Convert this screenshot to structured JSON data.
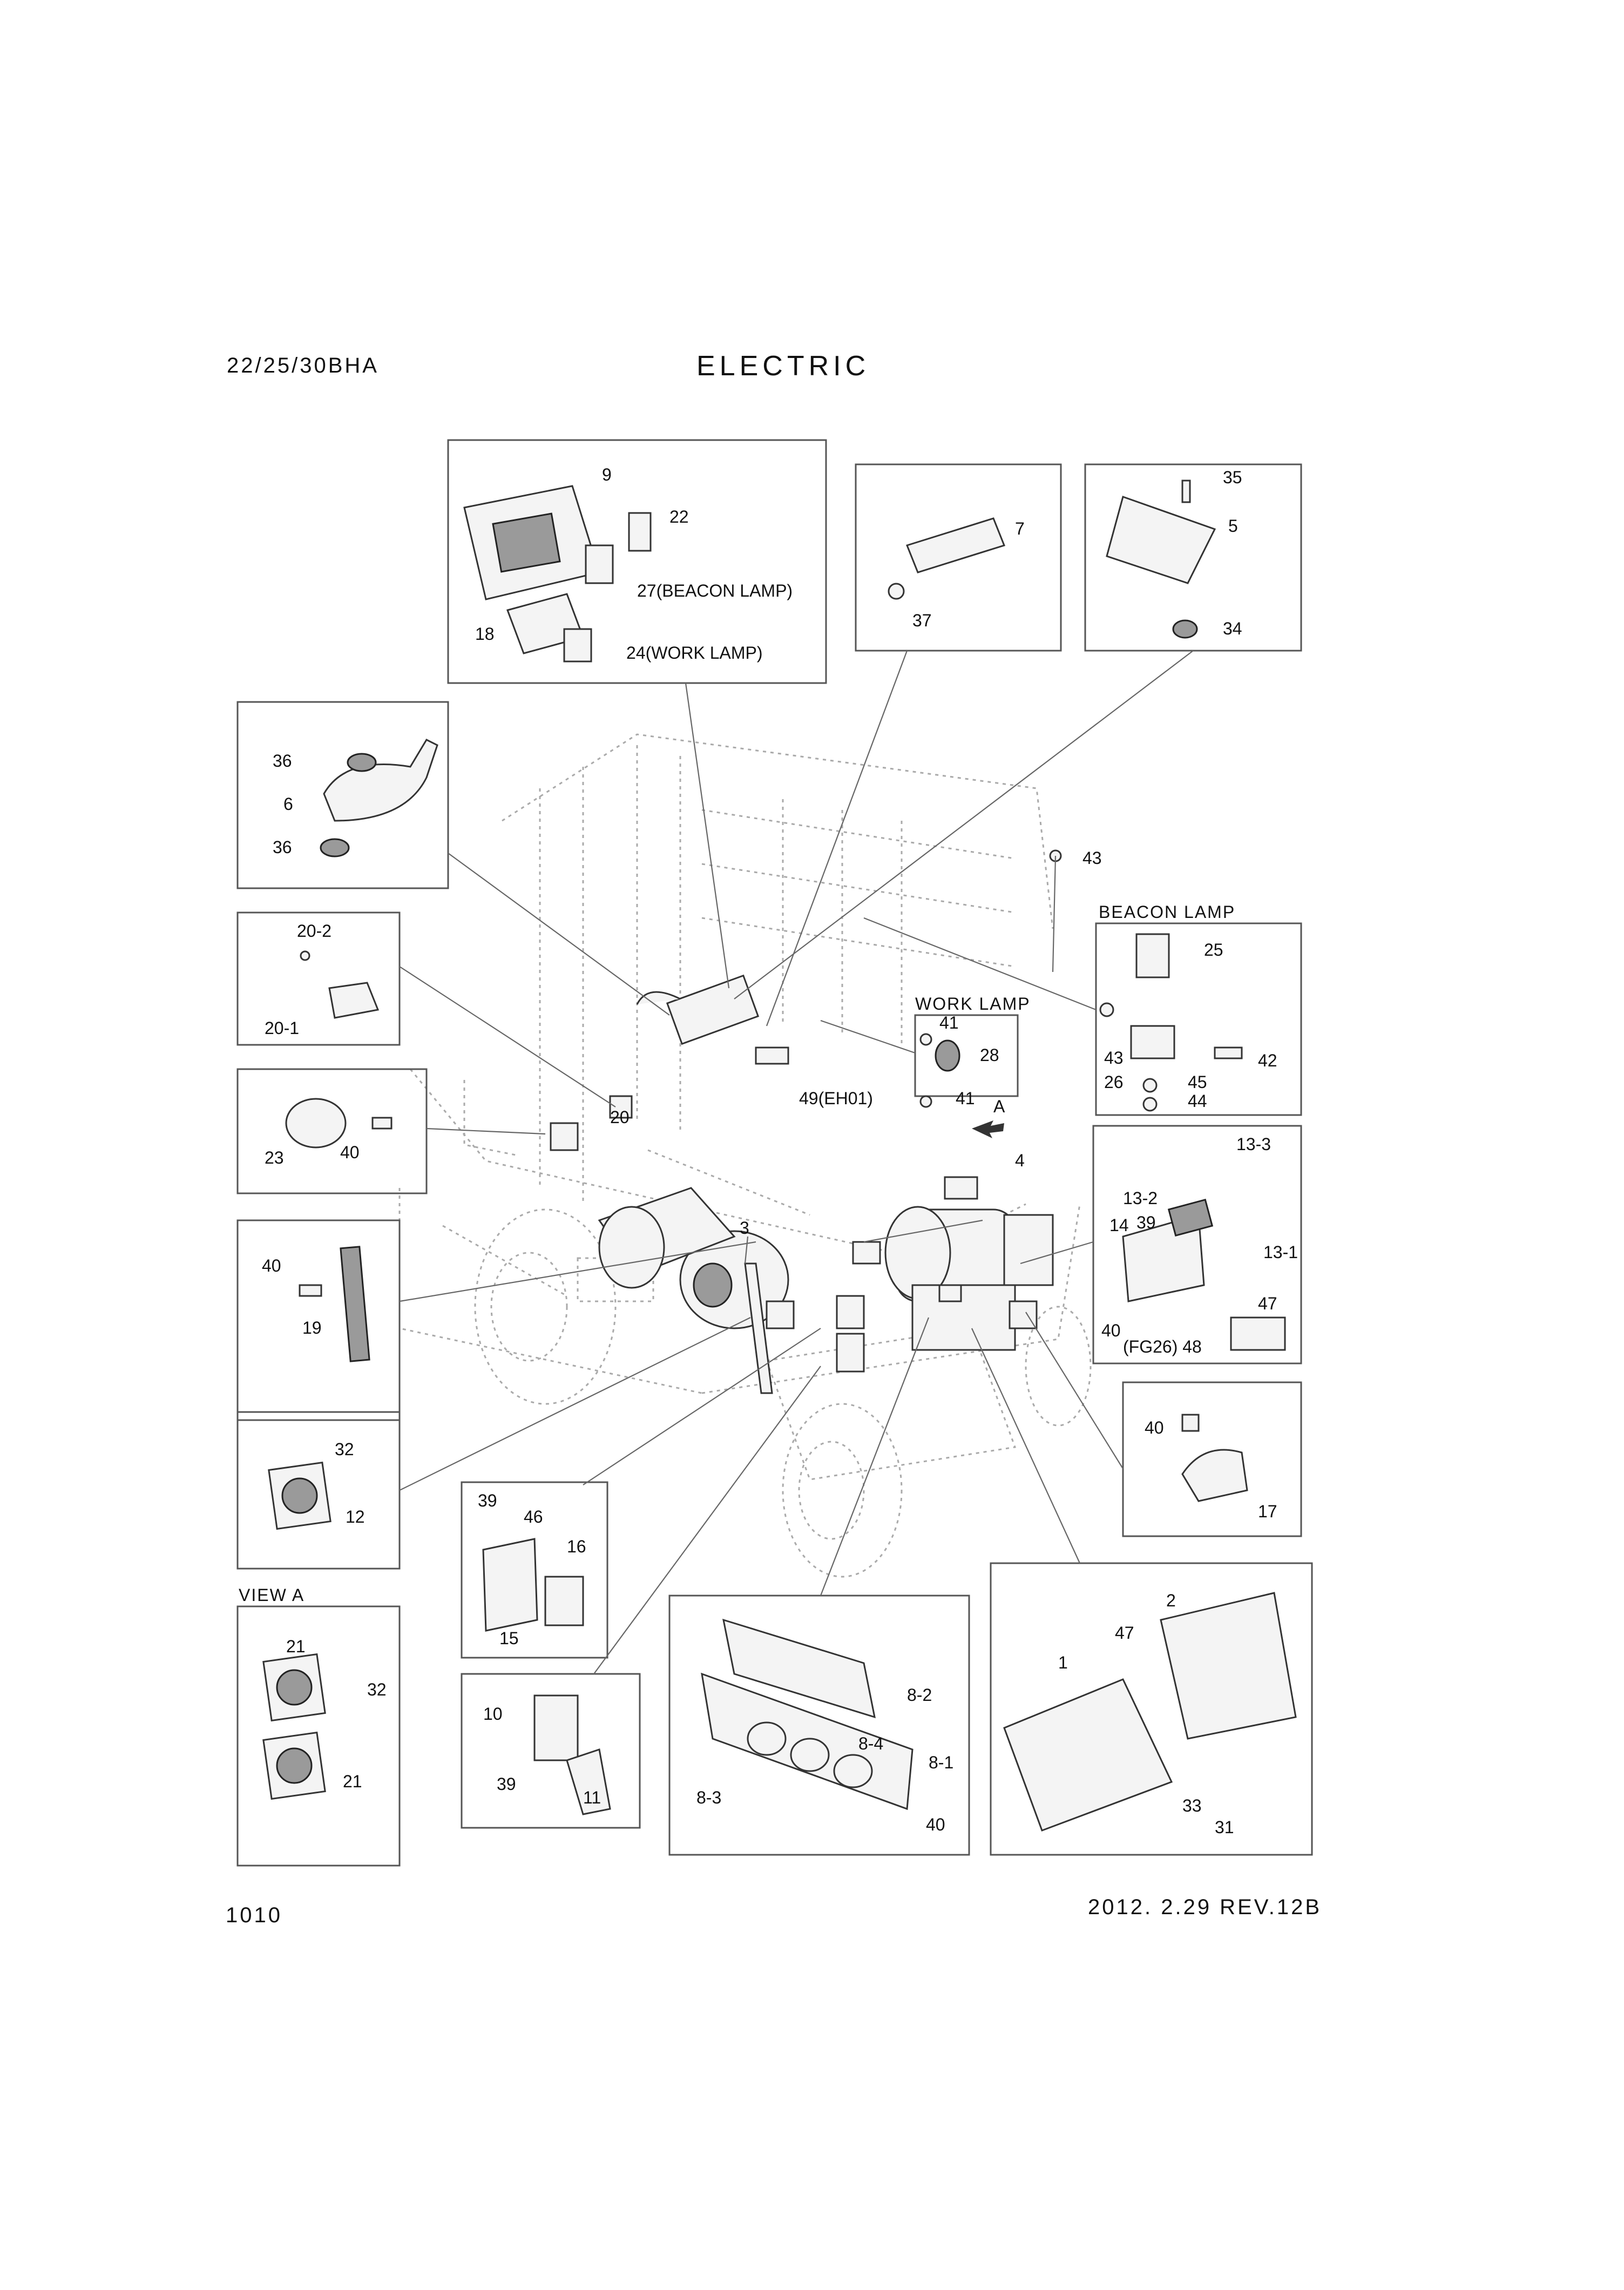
{
  "header": {
    "model": "22/25/30BHA",
    "title": "ELECTRIC",
    "page_number": "1010",
    "revision": "2012. 2.29  REV.12B"
  },
  "section_labels": {
    "beacon_lamp": "BEACON LAMP",
    "work_lamp": "WORK LAMP",
    "view_a": "VIEW A",
    "arrow_a": "A"
  },
  "callouts": {
    "c9": "9",
    "c22": "22",
    "c27": "27(BEACON LAMP)",
    "c18": "18",
    "c24": "24(WORK LAMP)",
    "c7": "7",
    "c37": "37",
    "c35": "35",
    "c5": "5",
    "c34": "34",
    "c36a": "36",
    "c6": "6",
    "c36b": "36",
    "c20_2": "20-2",
    "c20_1": "20-1",
    "c20": "20",
    "c23": "23",
    "c40a": "40",
    "c40b": "40",
    "c19": "19",
    "c32a": "32",
    "c12": "12",
    "c21a": "21",
    "c32b": "32",
    "c21b": "21",
    "c39a": "39",
    "c46": "46",
    "c16": "16",
    "c15": "15",
    "c10": "10",
    "c39b": "39",
    "c11": "11",
    "c8_2": "8-2",
    "c8_4": "8-4",
    "c8_1": "8-1",
    "c8_3": "8-3",
    "c40c": "40",
    "c2": "2",
    "c47a": "47",
    "c1": "1",
    "c33": "33",
    "c31": "31",
    "c40d": "40",
    "c17": "17",
    "c13_3": "13-3",
    "c13_2": "13-2",
    "c14": "14",
    "c39c": "39",
    "c13_1": "13-1",
    "c47b": "47",
    "c40e": "40",
    "c48": "(FG26) 48",
    "c43a": "43",
    "c25": "25",
    "c43b": "43",
    "c26": "26",
    "c45": "45",
    "c42": "42",
    "c44": "44",
    "c41a": "41",
    "c28": "28",
    "c41b": "41",
    "c49": "49(EH01)",
    "c4": "4",
    "c3": "3"
  }
}
